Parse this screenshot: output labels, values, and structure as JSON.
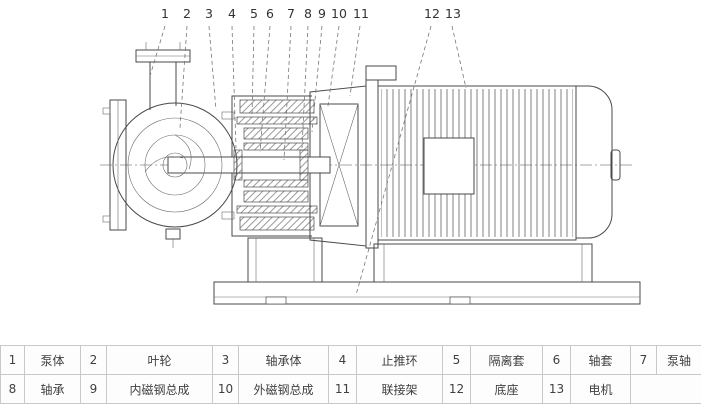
{
  "figure": {
    "callouts": [
      "1",
      "2",
      "3",
      "4",
      "5",
      "6",
      "7",
      "8",
      "9",
      "10",
      "11",
      "12",
      "13"
    ]
  },
  "table": {
    "rows": [
      [
        {
          "num": "1",
          "name": "泵体"
        },
        {
          "num": "2",
          "name": "叶轮"
        },
        {
          "num": "3",
          "name": "轴承体"
        },
        {
          "num": "4",
          "name": "止推环"
        },
        {
          "num": "5",
          "name": "隔离套"
        },
        {
          "num": "6",
          "name": "轴套"
        },
        {
          "num": "7",
          "name": "泵轴"
        }
      ],
      [
        {
          "num": "8",
          "name": "轴承"
        },
        {
          "num": "9",
          "name": "内磁钢总成"
        },
        {
          "num": "10",
          "name": "外磁钢总成"
        },
        {
          "num": "11",
          "name": "联接架"
        },
        {
          "num": "12",
          "name": "底座"
        },
        {
          "num": "13",
          "name": "电机"
        }
      ]
    ]
  },
  "colors": {
    "line": "#4a4a4a",
    "table_border": "#c9c9c9",
    "text": "#333333"
  }
}
